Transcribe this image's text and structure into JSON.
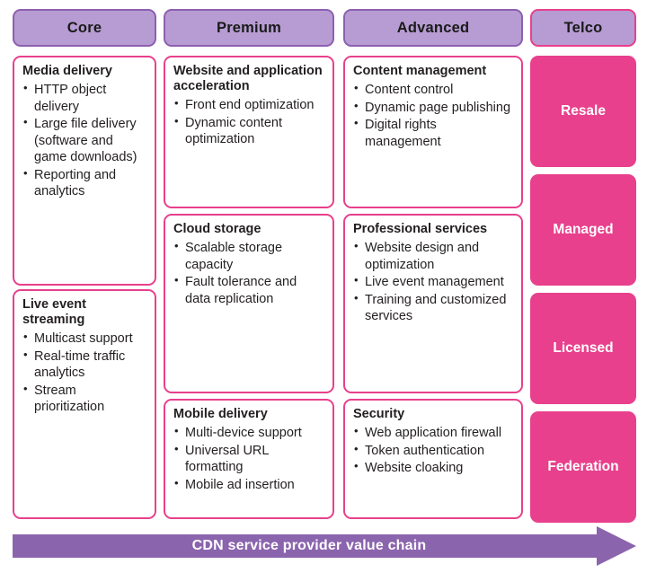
{
  "colors": {
    "header_fill": "#b69cd2",
    "header_border": "#8e5fb0",
    "card_border": "#e8408c",
    "telco_fill": "#e8408c",
    "arrow_fill": "#8b64ae",
    "text": "#231f20",
    "telco_text": "#ffffff"
  },
  "headers": [
    {
      "label": "Core"
    },
    {
      "label": "Premium"
    },
    {
      "label": "Advanced"
    },
    {
      "label": "Telco"
    }
  ],
  "columns": [
    {
      "name": "Core",
      "cards": [
        {
          "title": "Media delivery",
          "items": [
            "HTTP object delivery",
            "Large file delivery (software and game downloads)",
            "Reporting and analytics"
          ]
        },
        {
          "title": "Live event streaming",
          "items": [
            "Multicast support",
            "Real-time traffic analytics",
            "Stream prioritization"
          ]
        }
      ]
    },
    {
      "name": "Premium",
      "cards": [
        {
          "title": "Website and application acceleration",
          "items": [
            "Front end optimization",
            "Dynamic content optimization"
          ]
        },
        {
          "title": "Cloud storage",
          "items": [
            "Scalable storage capacity",
            "Fault tolerance and data replication"
          ]
        },
        {
          "title": "Mobile delivery",
          "items": [
            "Multi-device support",
            "Universal URL formatting",
            "Mobile ad insertion"
          ]
        }
      ]
    },
    {
      "name": "Advanced",
      "cards": [
        {
          "title": "Content management",
          "items": [
            "Content control",
            "Dynamic page publishing",
            "Digital rights management"
          ]
        },
        {
          "title": "Professional services",
          "items": [
            "Website design and optimization",
            "Live event management",
            "Training and customized services"
          ]
        },
        {
          "title": "Security",
          "items": [
            "Web application firewall",
            "Token authentication",
            "Website cloaking"
          ]
        }
      ]
    }
  ],
  "telco": {
    "tiles": [
      {
        "label": "Resale"
      },
      {
        "label": "Managed"
      },
      {
        "label": "Licensed"
      },
      {
        "label": "Federation"
      }
    ]
  },
  "footer": {
    "arrow_label": "CDN  service provider value chain"
  }
}
